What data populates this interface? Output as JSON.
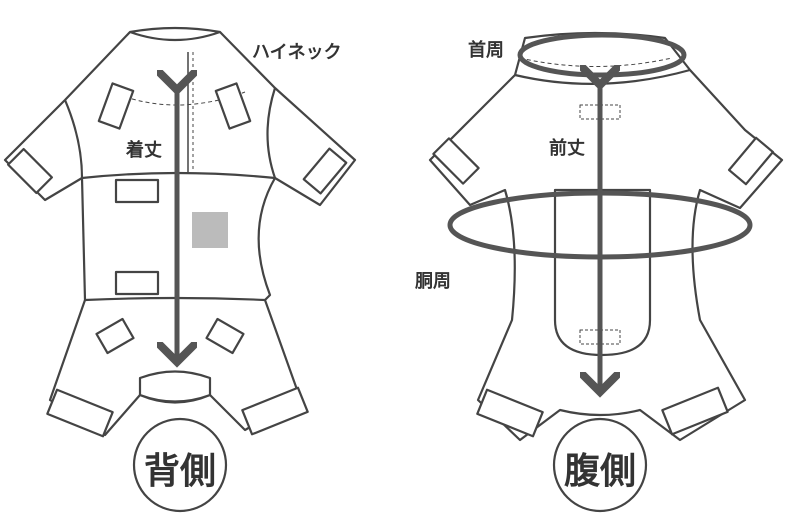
{
  "back_view": {
    "label_high_neck": "ハイネック",
    "label_length": "着丈",
    "side_label": "背側"
  },
  "front_view": {
    "label_neck": "首周",
    "label_front_length": "前丈",
    "label_waist": "胴周",
    "side_label": "腹側"
  },
  "colors": {
    "line": "#444444",
    "arrow": "#555555",
    "logo": "#bbbbbb"
  }
}
